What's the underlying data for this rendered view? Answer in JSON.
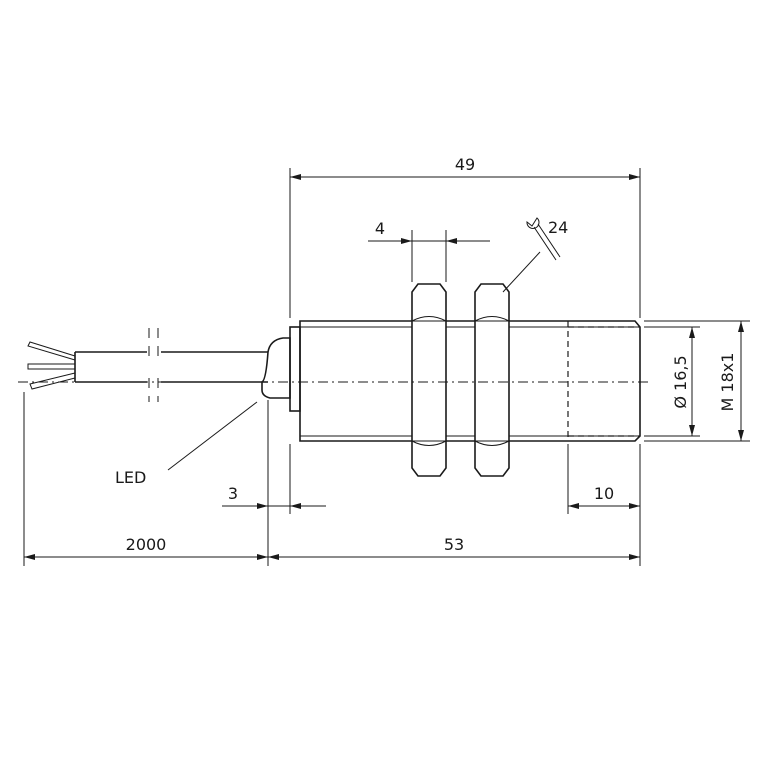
{
  "dimensions": {
    "overall_body": "49",
    "nut_thickness": "4",
    "wrench_size": "24",
    "inner_diameter": "Ø 16,5",
    "thread": "M 18x1",
    "led_offset": "3",
    "cable_length": "2000",
    "overall_length": "53",
    "thread_end": "10"
  },
  "labels": {
    "led": "LED"
  },
  "icons": {
    "wrench": "wrench-icon"
  }
}
